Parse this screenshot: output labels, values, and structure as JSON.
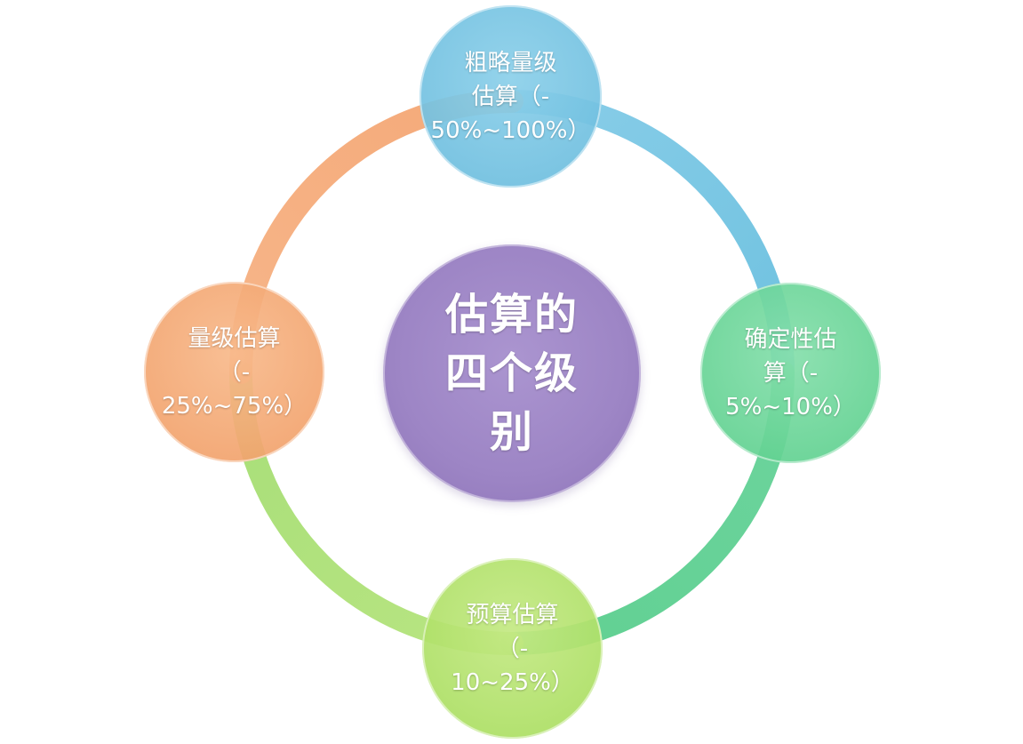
{
  "center": {
    "lines": [
      "估算的",
      "四个级",
      "别"
    ],
    "color": "#9d85c5"
  },
  "nodes": {
    "top": {
      "lines": [
        "粗略量级",
        "估算（-",
        "50%~100%）"
      ],
      "color": "#67bad8"
    },
    "right": {
      "lines": [
        "确定性估",
        "算（-",
        "5%~10%）"
      ],
      "color": "#58ce8a"
    },
    "bottom": {
      "lines": [
        "预算估算",
        "（-",
        "10~25%）"
      ],
      "color": "#a5dc5a"
    },
    "left": {
      "lines": [
        "量级估算",
        "（-",
        "25%~75%）"
      ],
      "color": "#f09c64"
    }
  },
  "ring_colors": {
    "top_right": "#6cbfde",
    "right_bottom": "#54cf8c",
    "bottom_left": "#a8df70",
    "left_top": "#f4a674"
  }
}
